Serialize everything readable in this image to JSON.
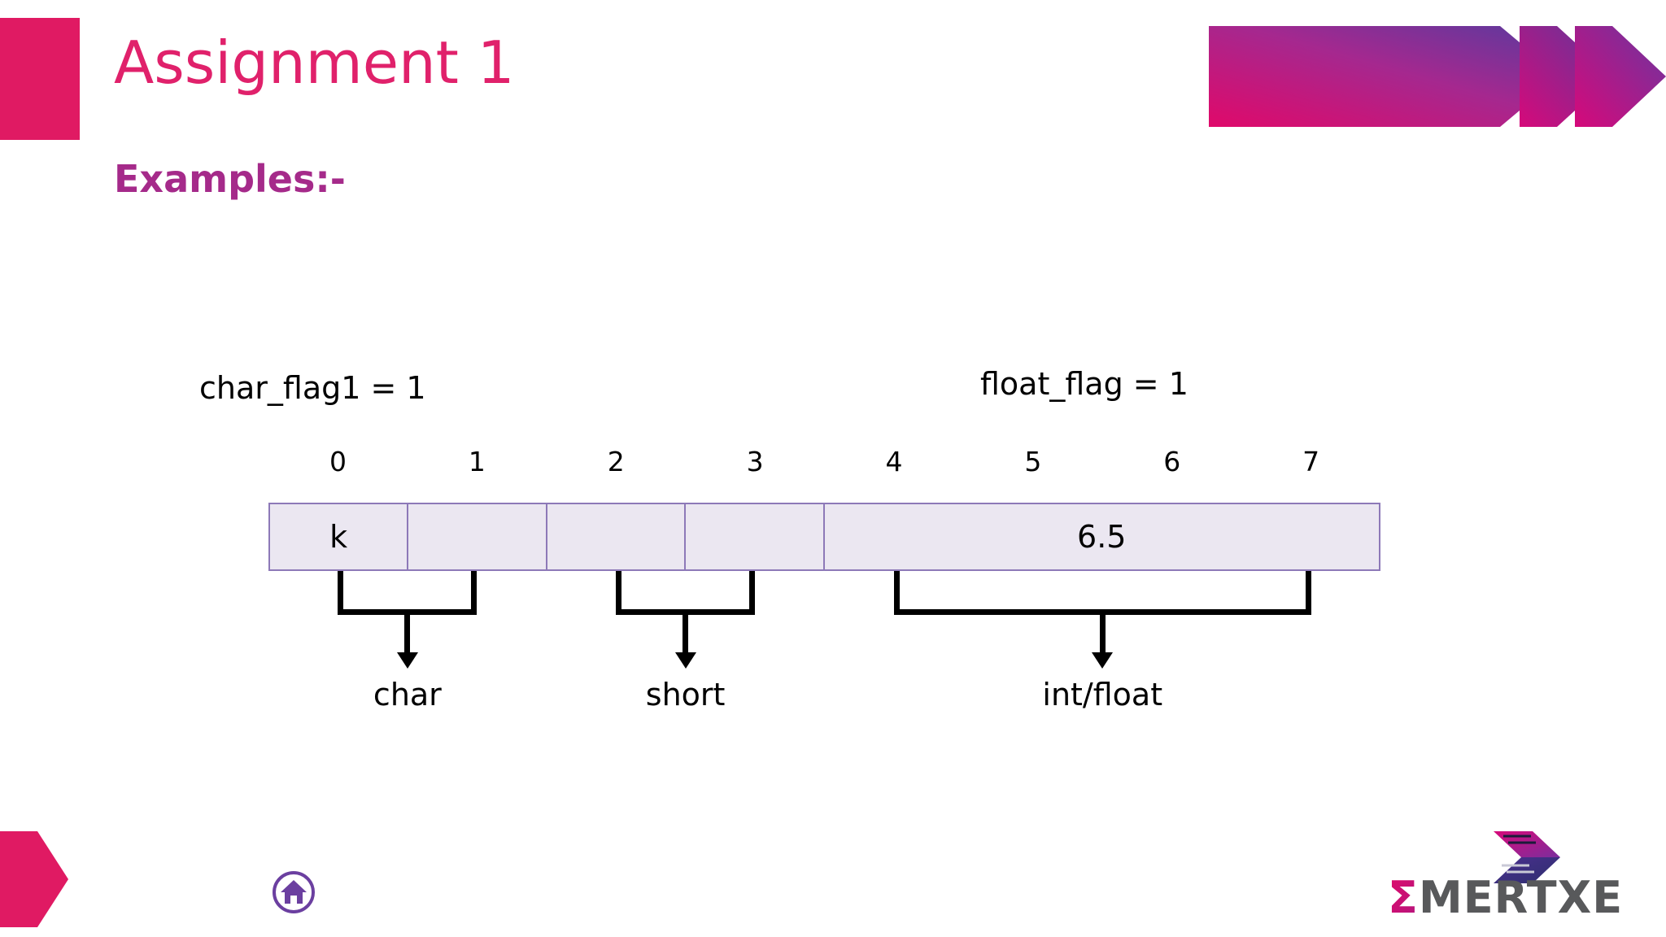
{
  "slide": {
    "title": "Assignment 1",
    "subtitle": "Examples:-",
    "title_color": "#e0216b",
    "subtitle_color": "#a52a8a"
  },
  "variables": {
    "left_label": "char_flag1 = 1",
    "right_label": "float_flag = 1"
  },
  "memory_diagram": {
    "indices": [
      "0",
      "1",
      "2",
      "3",
      "4",
      "5",
      "6",
      "7"
    ],
    "cells": [
      {
        "value": "k",
        "span": 1
      },
      {
        "value": "",
        "span": 1
      },
      {
        "value": "",
        "span": 1
      },
      {
        "value": "",
        "span": 1
      },
      {
        "value": "6.5",
        "span": 4
      }
    ],
    "cell_fill": "#ebe7f1",
    "cell_border": "#8d79b8",
    "brackets": [
      {
        "label": "char",
        "from_index": 0,
        "to_index": 1
      },
      {
        "label": "short",
        "from_index": 2,
        "to_index": 3
      },
      {
        "label": "int/float",
        "from_index": 4,
        "to_index": 7
      }
    ]
  },
  "footer": {
    "home_icon_name": "home-icon",
    "brand_name": "MERTXE",
    "brand_sigma": "Ʃ"
  },
  "theme": {
    "pink": "#e01a63",
    "magenta": "#d4146e",
    "purple": "#6a3f9e",
    "deep_purple": "#2e2f6e",
    "logo_gray": "#58595b"
  }
}
